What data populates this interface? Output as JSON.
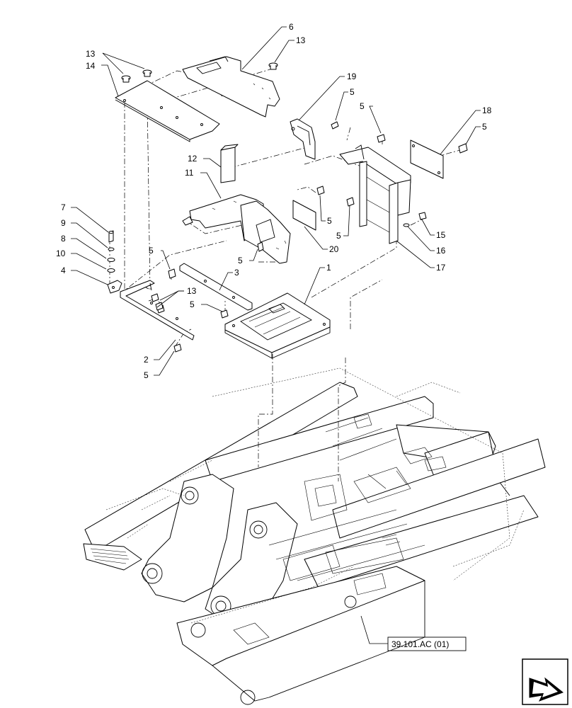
{
  "callouts": {
    "c13a": "13",
    "c14": "14",
    "c6": "6",
    "c13b": "13",
    "c19": "19",
    "c5a": "5",
    "c5b": "5",
    "c18": "18",
    "c5c": "5",
    "c12": "12",
    "c11": "11",
    "c7": "7",
    "c9": "9",
    "c8": "8",
    "c10": "10",
    "c4": "4",
    "c5d": "5",
    "c5e": "5",
    "c3": "3",
    "c13c": "13",
    "c5f": "5",
    "c1": "1",
    "c2": "2",
    "c5g": "5",
    "c5h": "5",
    "c20": "20",
    "c5i": "5",
    "c15": "15",
    "c16": "16",
    "c17": "17"
  },
  "reference": {
    "label": "39.101.AC (01)"
  },
  "nav_icon": "next-page-arrow-icon"
}
